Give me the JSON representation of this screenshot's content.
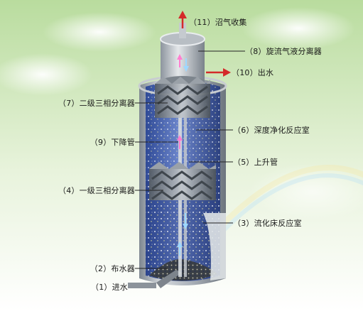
{
  "labels": {
    "l11": "（11）沼气收集",
    "l8": "（8）旋流气液分离器",
    "l10": "（10）出水",
    "l7": "（7）二级三相分离器",
    "l6": "（6）深度净化反应室",
    "l9": "（9）下降管",
    "l5": "（5）上升管",
    "l4": "（4）一级三相分离器",
    "l3": "（3）流化床反应室",
    "l2": "（2）布水器",
    "l1": "（1）进水"
  },
  "colors": {
    "sky_top": "#bfe0a8",
    "sky_bottom": "#ffffff",
    "tank_body": "#4b63a8",
    "tank_shell": "#9aa3ad",
    "arrow": "#d42a2a"
  }
}
